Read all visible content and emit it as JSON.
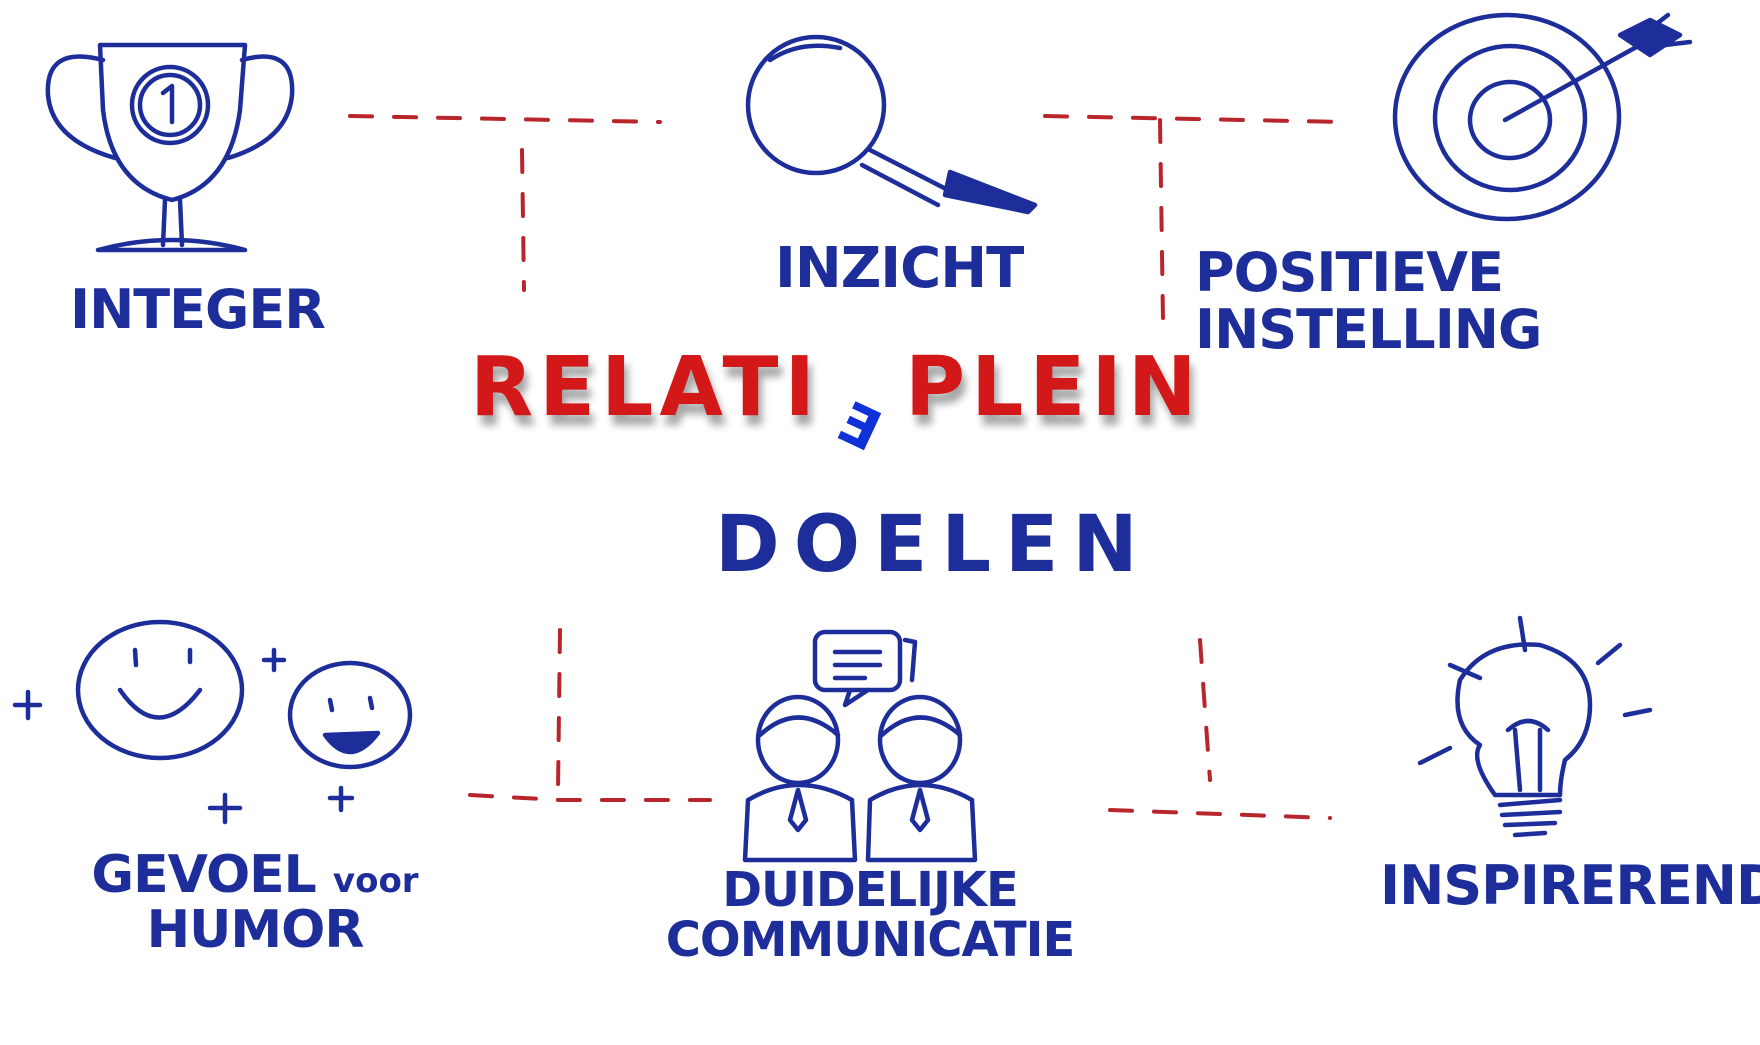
{
  "title": {
    "part1": "RELATI",
    "part2": "PLEIN",
    "accent_letter": "E"
  },
  "subtitle": "DOELEN",
  "nodes": {
    "integer": {
      "label": "INTEGER",
      "icon": "trophy-icon"
    },
    "inzicht": {
      "label": "INZICHT",
      "icon": "magnifying-glass-icon"
    },
    "positieve": {
      "line1": "POSITIEVE",
      "line2": "INSTELLING",
      "icon": "target-icon"
    },
    "humor": {
      "line1_a": "GEVOEL",
      "line1_b": "voor",
      "line2": "HUMOR",
      "icon": "smiley-faces-icon"
    },
    "communicatie": {
      "line1": "DUIDELIJKE",
      "line2": "COMMUNICATIE",
      "icon": "two-people-talking-icon"
    },
    "inspirerend": {
      "label": "INSPIREREND",
      "icon": "lightbulb-icon"
    }
  },
  "colors": {
    "ink": "#1d2d9a",
    "title_red": "#d21818",
    "accent_blue": "#1030d8",
    "dash_red": "#b8252b"
  }
}
